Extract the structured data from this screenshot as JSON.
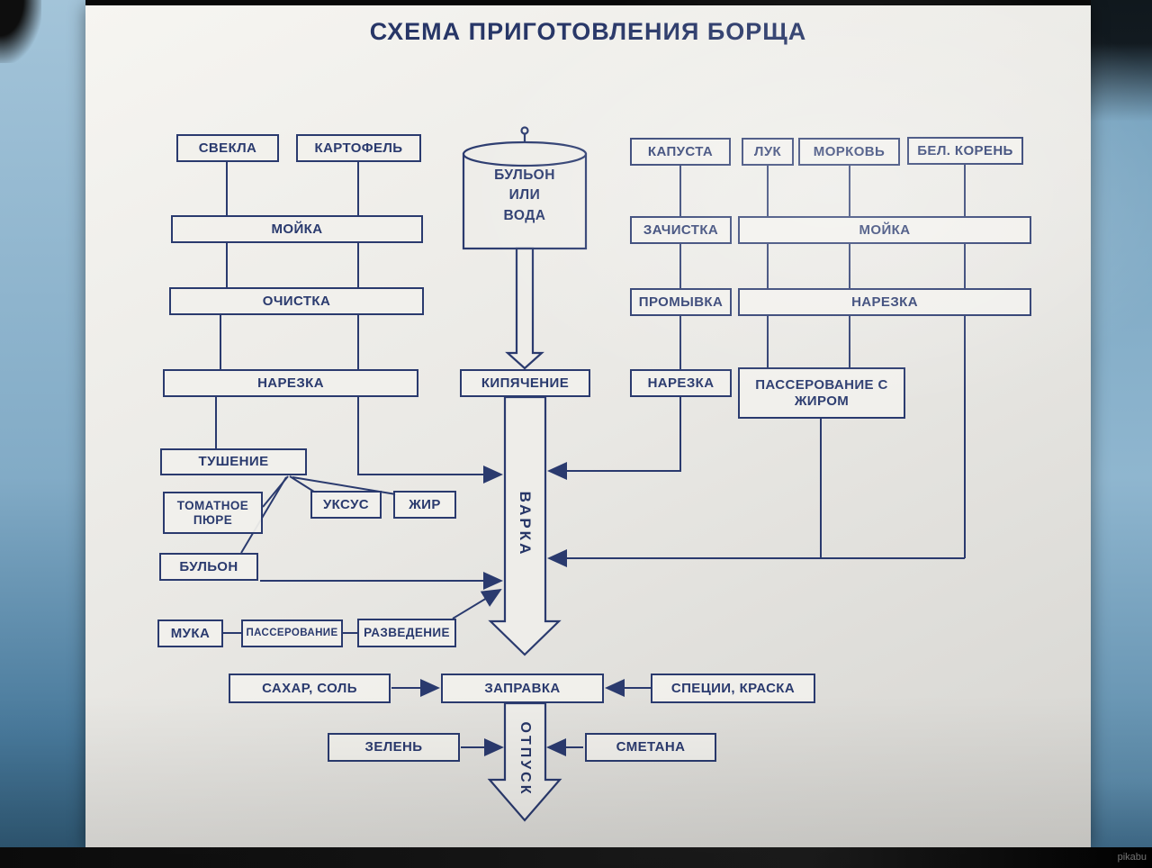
{
  "title": "СХЕМА ПРИГОТОВЛЕНИЯ БОРЩА",
  "watermark": "pikabu",
  "colors": {
    "ink": "#2a3a6e",
    "poster": "#ecebe7",
    "frame_blue": "#8fb6cf"
  },
  "nodes": {
    "svekla": "СВЕКЛА",
    "kartofel": "КАРТОФЕЛЬ",
    "moyka_left": "МОЙКА",
    "ochistka": "ОЧИСТКА",
    "narezka_left": "НАРЕЗКА",
    "tushenie": "ТУШЕНИЕ",
    "tomatnoe_pyure": "ТОМАТНОЕ ПЮРЕ",
    "uksus": "УКСУС",
    "zhir": "ЖИР",
    "bulon": "БУЛЬОН",
    "tank": "БУЛЬОН\nИЛИ\nВОДА",
    "kipyachenie": "КИПЯЧЕНИЕ",
    "varka": "ВАРКА",
    "kapusta": "КАПУСТА",
    "luk": "ЛУК",
    "morkov": "МОРКОВЬ",
    "bel_koren": "БЕЛ. КОРЕНЬ",
    "zachistka": "ЗАЧИСТКА",
    "moyka_right": "МОЙКА",
    "promyvka": "ПРОМЫВКА",
    "narezka_right": "НАРЕЗКА",
    "narezka_kapusta": "НАРЕЗКА",
    "passerovanie_s_zhirom": "ПАССЕРОВАНИЕ С ЖИРОМ",
    "muka": "МУКА",
    "passerovanie": "ПАССЕРОВАНИЕ",
    "razvedenie": "РАЗВЕДЕНИЕ",
    "zapravka": "ЗАПРАВКА",
    "sahar_sol": "САХАР, СОЛЬ",
    "specii_kraska": "СПЕЦИИ, КРАСКА",
    "otpusk": "ОТПУСК",
    "zelen": "ЗЕЛЕНЬ",
    "smetana": "СМЕТАНА"
  },
  "edges": [
    [
      "СВЕКЛА",
      "МОЙКА"
    ],
    [
      "КАРТОФЕЛЬ",
      "МОЙКА"
    ],
    [
      "МОЙКА",
      "ОЧИСТКА"
    ],
    [
      "ОЧИСТКА",
      "НАРЕЗКА"
    ],
    [
      "НАРЕЗКА",
      "ТУШЕНИЕ"
    ],
    [
      "НАРЕЗКА",
      "ВАРКА"
    ],
    [
      "ТОМАТНОЕ ПЮРЕ",
      "ТУШЕНИЕ"
    ],
    [
      "УКСУС",
      "ТУШЕНИЕ"
    ],
    [
      "ЖИР",
      "ТУШЕНИЕ"
    ],
    [
      "БУЛЬОН",
      "ТУШЕНИЕ"
    ],
    [
      "ТУШЕНИЕ",
      "ВАРКА"
    ],
    [
      "БУЛЬОН ИЛИ ВОДА",
      "КИПЯЧЕНИЕ"
    ],
    [
      "КИПЯЧЕНИЕ",
      "ВАРКА"
    ],
    [
      "КАПУСТА",
      "ЗАЧИСТКА"
    ],
    [
      "ЗАЧИСТКА",
      "ПРОМЫВКА"
    ],
    [
      "ПРОМЫВКА",
      "НАРЕЗКА"
    ],
    [
      "НАРЕЗКА",
      "ВАРКА"
    ],
    [
      "ЛУК",
      "МОЙКА"
    ],
    [
      "МОРКОВЬ",
      "МОЙКА"
    ],
    [
      "БЕЛ. КОРЕНЬ",
      "МОЙКА"
    ],
    [
      "МОЙКА",
      "НАРЕЗКА"
    ],
    [
      "НАРЕЗКА",
      "ПАССЕРОВАНИЕ С ЖИРОМ"
    ],
    [
      "ПАССЕРОВАНИЕ С ЖИРОМ",
      "ВАРКА"
    ],
    [
      "БЕЛ. КОРЕНЬ",
      "ВАРКА"
    ],
    [
      "МУКА",
      "ПАССЕРОВАНИЕ"
    ],
    [
      "ПАССЕРОВАНИЕ",
      "РАЗВЕДЕНИЕ"
    ],
    [
      "РАЗВЕДЕНИЕ",
      "ВАРКА"
    ],
    [
      "ВАРКА",
      "ЗАПРАВКА"
    ],
    [
      "САХАР, СОЛЬ",
      "ЗАПРАВКА"
    ],
    [
      "СПЕЦИИ, КРАСКА",
      "ЗАПРАВКА"
    ],
    [
      "ЗАПРАВКА",
      "ОТПУСК"
    ],
    [
      "ЗЕЛЕНЬ",
      "ОТПУСК"
    ],
    [
      "СМЕТАНА",
      "ОТПУСК"
    ]
  ]
}
